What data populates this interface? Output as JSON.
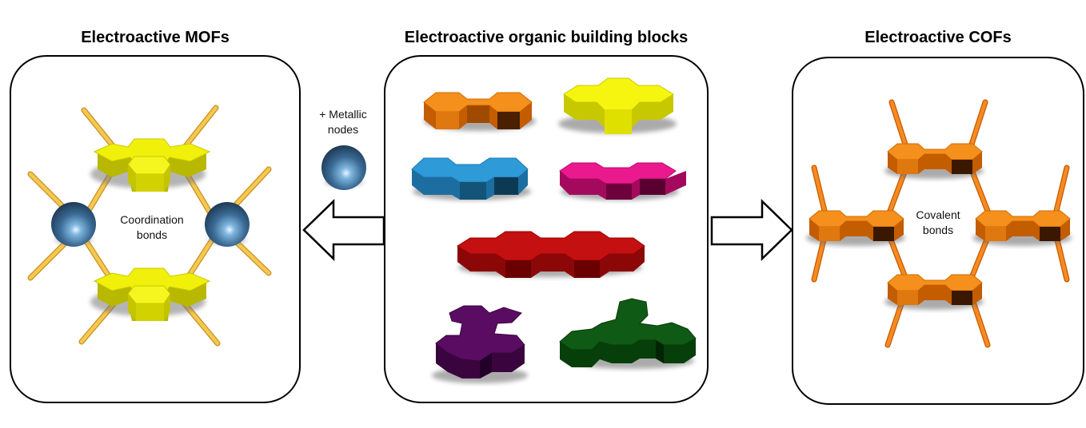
{
  "panels": {
    "mof": {
      "title": "Electroactive MOFs",
      "bond_label_line1": "Coordination",
      "bond_label_line2": "bonds"
    },
    "building_blocks": {
      "title": "Electroactive organic building blocks"
    },
    "cof": {
      "title": "Electroactive COFs",
      "bond_label_line1": "Covalent",
      "bond_label_line2": "bonds"
    }
  },
  "metal_node_label": {
    "line1": "+ Metallic",
    "line2": "nodes"
  },
  "colors": {
    "mof_linker": "#eeee00",
    "mof_bond": "#f2c040",
    "metal_node": "#4a7fae",
    "orange_block": "#f08010",
    "yellow_block": "#f2f20a",
    "blue_block": "#2e9ad8",
    "pink_block": "#ea1a8e",
    "red_block": "#c41010",
    "purple_block": "#5a0c62",
    "green_block": "#0f5a14",
    "cof_linker": "#f08010"
  },
  "icons": [
    "left-arrow-icon",
    "right-arrow-icon",
    "metal-node-icon"
  ]
}
